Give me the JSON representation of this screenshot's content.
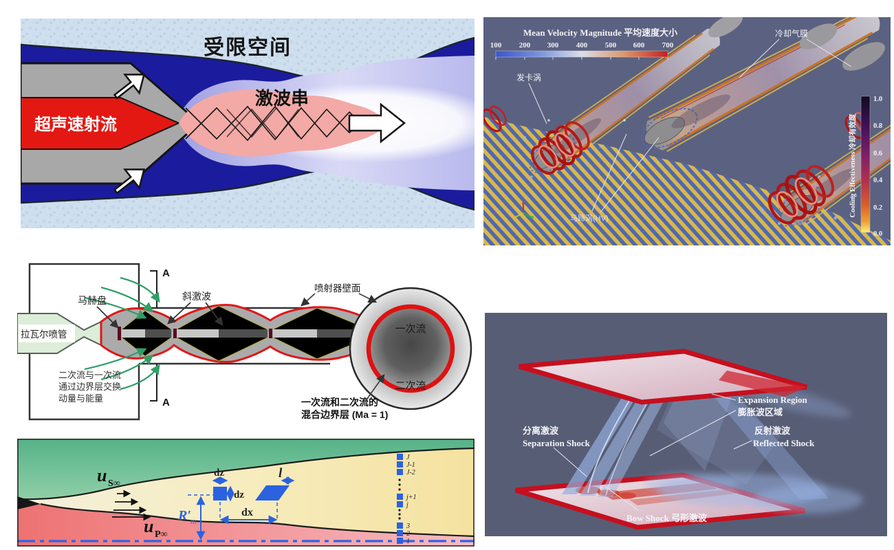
{
  "confined_jet": {
    "title": "受限空间",
    "shock_train": "激波串",
    "supersonic_jet": "超声速射流",
    "colors": {
      "wall": "#1b1b9e",
      "jet": "#e31812",
      "plume": "#f3a9a6",
      "background": "#cfdfee"
    }
  },
  "film_cooling": {
    "background": "#5b6180",
    "velocity_title": "Mean Velocity Magnitude  平均速度大小",
    "velocity_ticks": [
      "100",
      "200",
      "300",
      "400",
      "500",
      "600",
      "700"
    ],
    "label_hairpin_vortex": "发卡涡",
    "label_cooling_film": "冷却气膜",
    "label_horseshoe_vortex": "马蹄涡(HV)",
    "effectiveness_title": "Cooling Effectiveness  冷却有效度",
    "effectiveness_ticks": [
      "1.0",
      "0.8",
      "0.6",
      "0.4",
      "0.2",
      "0.0"
    ]
  },
  "ejector": {
    "label_nozzle": "拉瓦尔喷管",
    "label_mach_disk": "马赫盘",
    "label_oblique_shock": "斜激波",
    "label_wall": "喷射器壁面",
    "label_primary": "一次流",
    "label_secondary": "二次流",
    "mixing_line1": "一次流和二次流的",
    "mixing_line2": "混合边界层 (Ma = 1)",
    "exchange_line1": "二次流与一次流",
    "exchange_line2": "通过边界层交换",
    "exchange_line3": "动量与能量",
    "section_marker": "A"
  },
  "mixing_layer": {
    "u_secondary": "u",
    "u_secondary_sub": "S∞",
    "u_primary": "u",
    "u_primary_sub": "P∞",
    "radius_label": "R′",
    "radius_sub": "m",
    "dz_top": "dz",
    "dz_side": "dz",
    "dx": "dx",
    "length": "l",
    "grid_indices": [
      "J",
      "J-1",
      "J-2",
      "j+1",
      "j",
      "3",
      "2",
      "1"
    ],
    "accent": "#2b62e0"
  },
  "sbli": {
    "background": "#575d75",
    "separation_cn": "分离激波",
    "separation_en": "Separation Shock",
    "expansion_en": "Expansion Region",
    "expansion_cn": "膨胀波区域",
    "reflected_cn": "反射激波",
    "reflected_en": "Reflected Shock",
    "bow": "Bow Shock   弓形激波"
  }
}
